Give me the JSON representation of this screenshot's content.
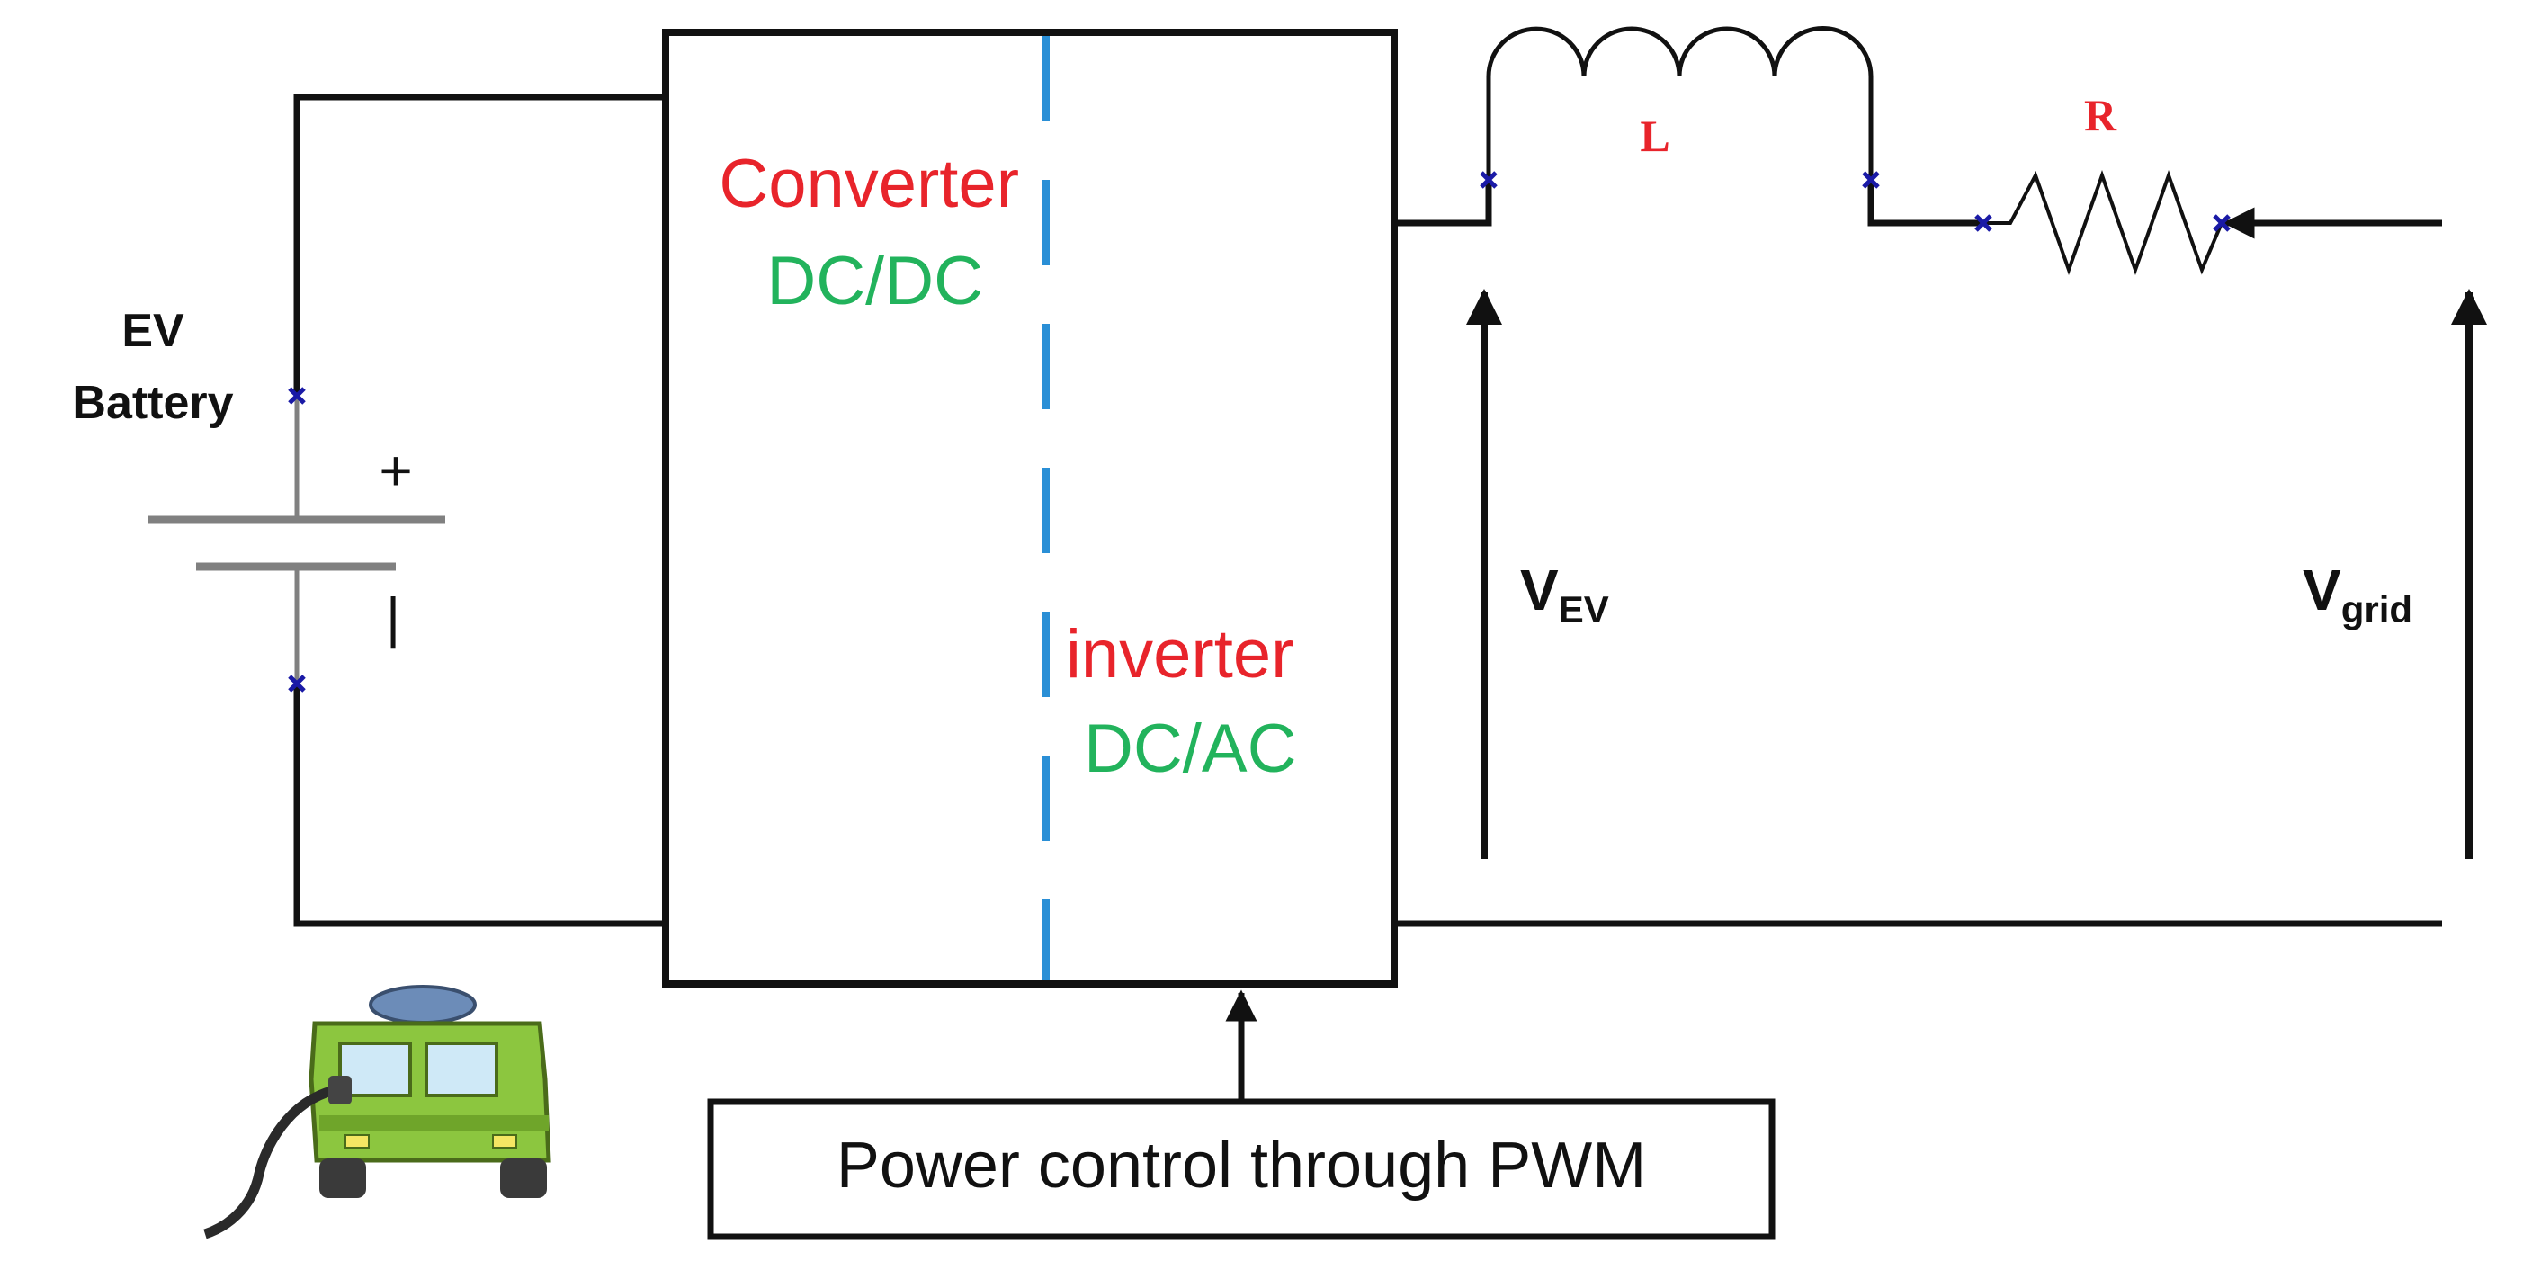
{
  "battery": {
    "label_line1": "EV",
    "label_line2": "Battery",
    "plus_sign": "+",
    "minus_sign": "|"
  },
  "converter_block": {
    "converter_label": "Converter",
    "converter_type": "DC/DC",
    "inverter_label": "inverter",
    "inverter_type": "DC/AC"
  },
  "control_box": {
    "label": "Power control through PWM"
  },
  "components": {
    "inductor_label": "L",
    "resistor_label": "R"
  },
  "voltages": {
    "ev_main": "V",
    "ev_sub": "EV",
    "grid_main": "V",
    "grid_sub": "grid"
  },
  "colors": {
    "wire": "#111111",
    "red_text": "#e8242b",
    "green_text": "#22b35c",
    "blue_divider": "#2a8fd6",
    "node_marker": "#1a1aa6",
    "battery_plate": "#808080",
    "vehicle_body": "#8cc63f"
  },
  "icons": {
    "vehicle": "electric-vehicle-icon"
  }
}
